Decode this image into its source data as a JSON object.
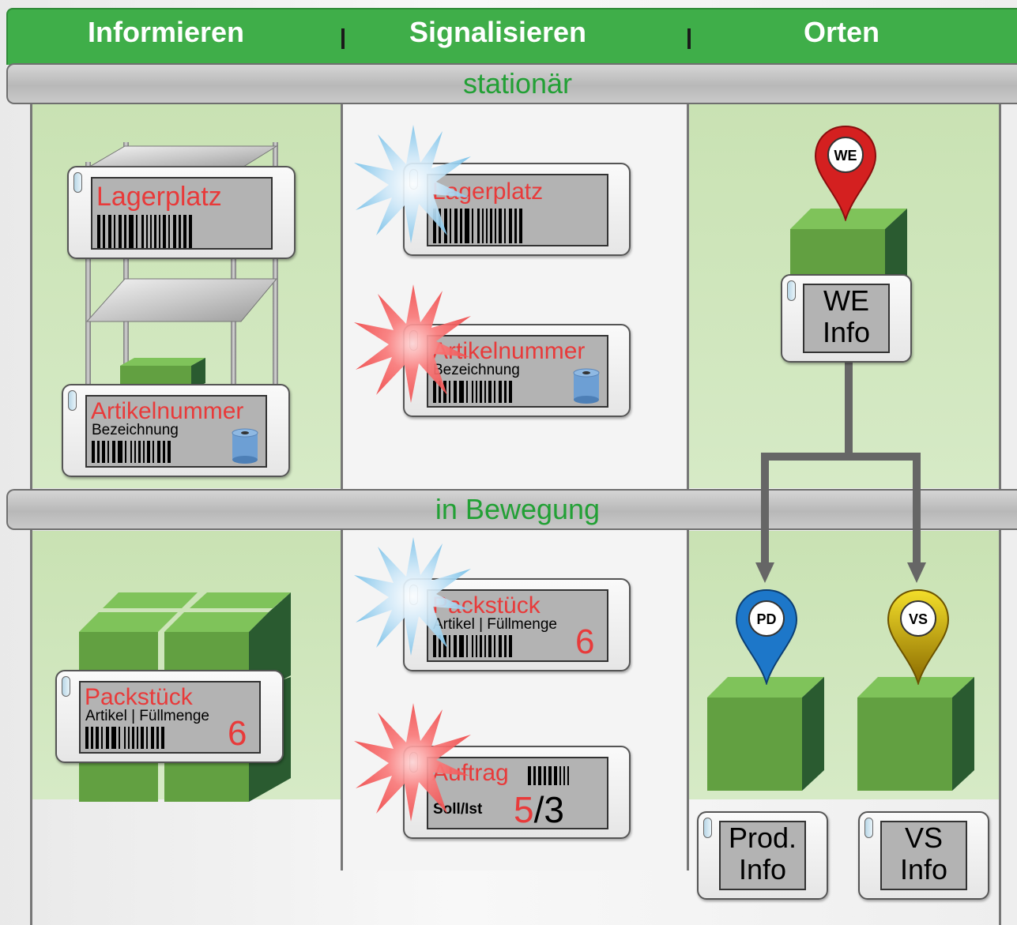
{
  "header": {
    "tabs": [
      "Informieren",
      "Signalisieren",
      "Orten"
    ],
    "color": "#3fae49"
  },
  "sections": {
    "stationary": "stationär",
    "moving": "in Bewegung"
  },
  "informieren": {
    "shelf_label": {
      "title": "Lagerplatz"
    },
    "article_label": {
      "title": "Artikelnummer",
      "subtitle": "Bezeichnung"
    },
    "package_label": {
      "title": "Packstück",
      "subtitle": "Artikel | Füllmenge",
      "qty": "6"
    }
  },
  "signalisieren": {
    "shelf_label": {
      "title": "Lagerplatz",
      "flash": "blue"
    },
    "article_label": {
      "title": "Artikelnummer",
      "subtitle": "Bezeichnung",
      "flash": "red"
    },
    "package_label": {
      "title": "Packstück",
      "subtitle": "Artikel | Füllmenge",
      "qty": "6",
      "flash": "blue"
    },
    "order_label": {
      "title": "Auftrag",
      "sub": "Soll/Ist",
      "value_red": "5",
      "value_black": "/3",
      "flash": "red"
    }
  },
  "orten": {
    "we": {
      "pin": "WE",
      "line1": "WE",
      "line2": "Info",
      "pin_color": "#d42020"
    },
    "pd": {
      "pin": "PD",
      "line1": "Prod.",
      "line2": "Info",
      "pin_color": "#1d77c9"
    },
    "vs": {
      "pin": "VS",
      "line1": "VS",
      "line2": "Info",
      "pin_color": "#d2b400"
    }
  },
  "colors": {
    "accent_green": "#22a035",
    "label_red": "#e83a3a",
    "box_front": "#62a041",
    "box_top": "#7fc35a",
    "box_side": "#2a5b30"
  }
}
